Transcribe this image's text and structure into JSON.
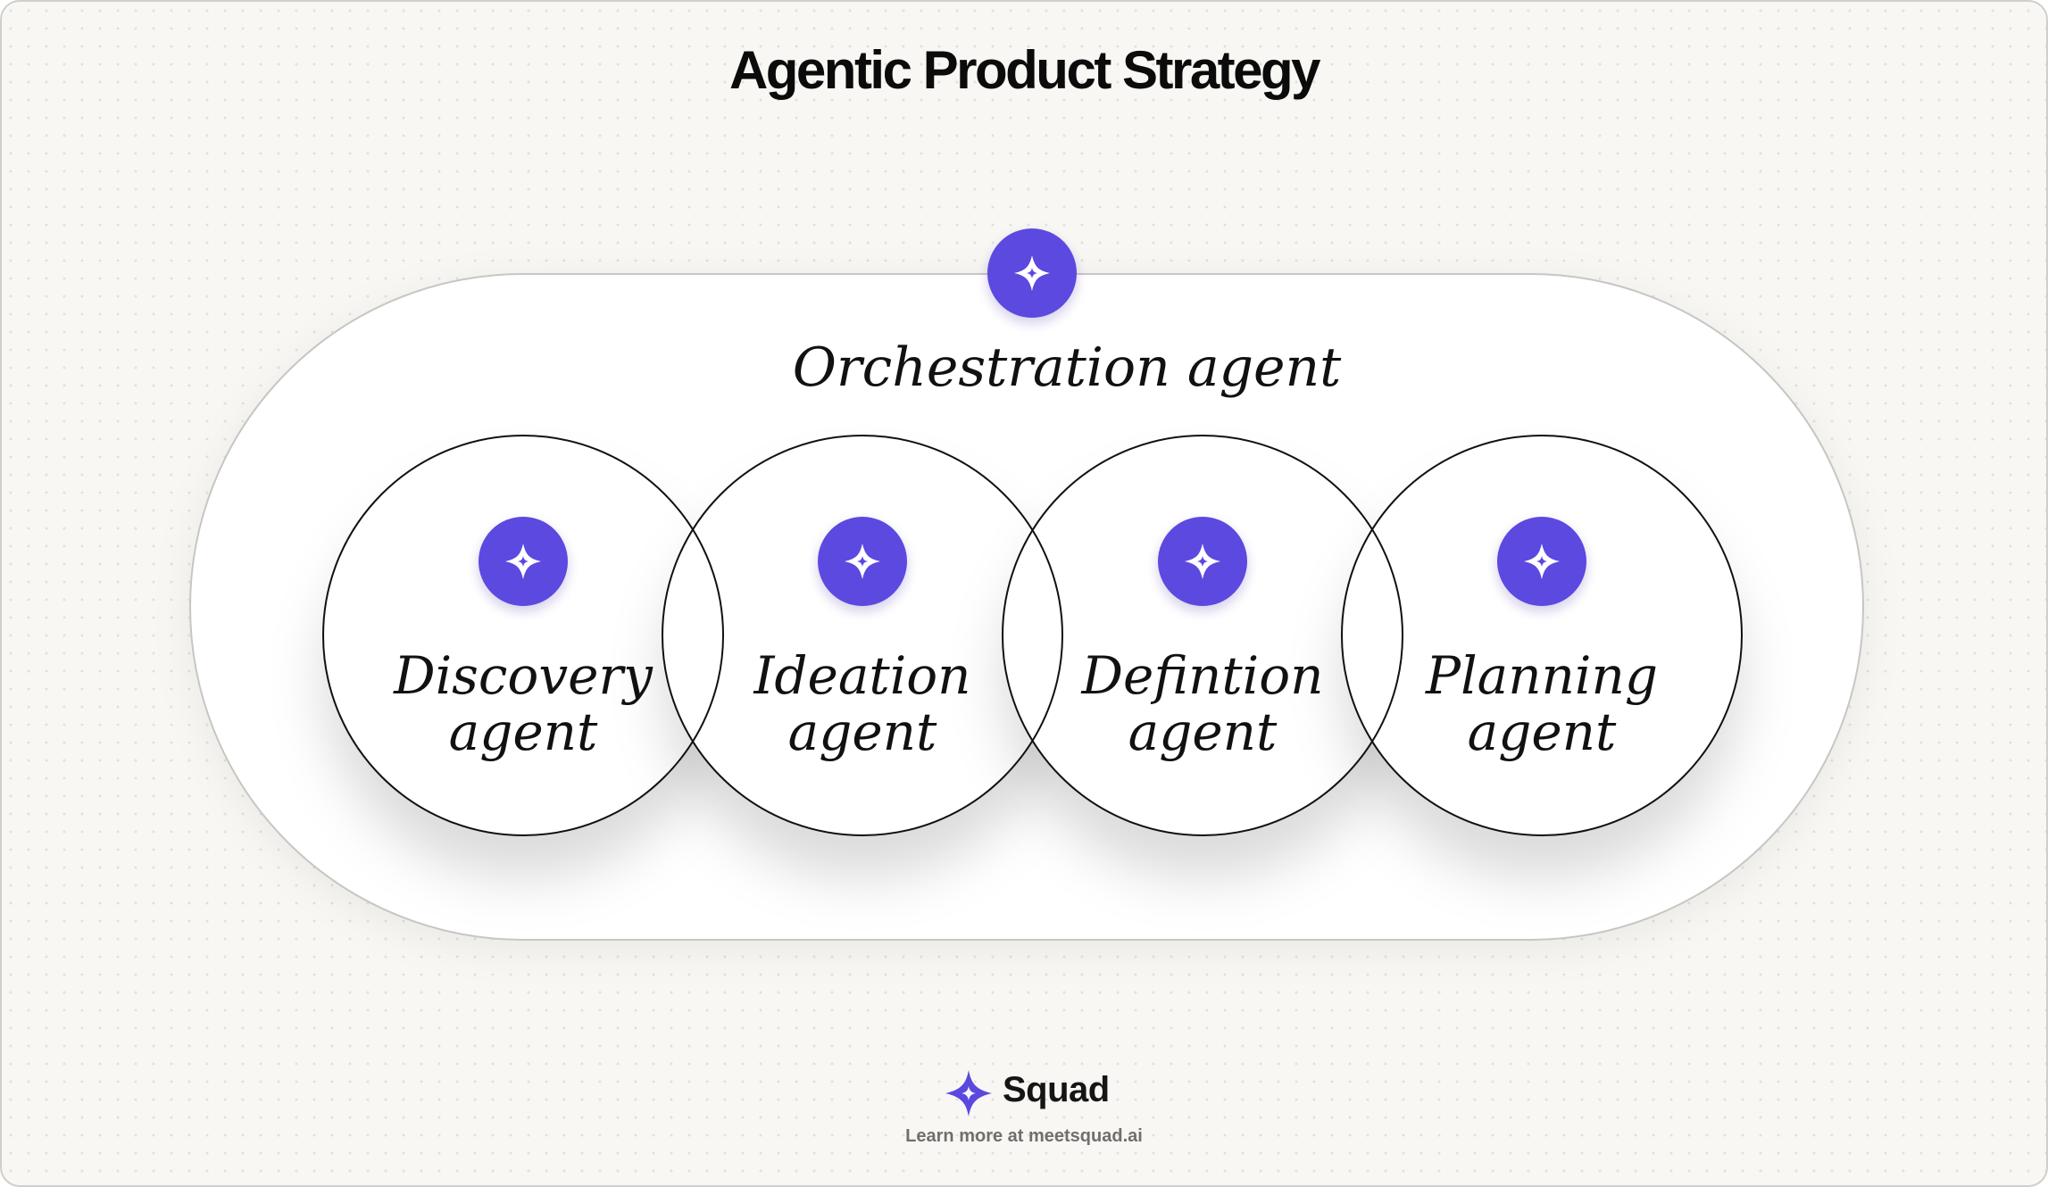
{
  "title": "Agentic Product Strategy",
  "orchestrator": {
    "label": "Orchestration agent",
    "icon": "sparkle-icon"
  },
  "agents": [
    {
      "line1": "Discovery",
      "line2": "agent",
      "icon": "sparkle-icon"
    },
    {
      "line1": "Ideation",
      "line2": "agent",
      "icon": "sparkle-icon"
    },
    {
      "line1": "Defintion",
      "line2": "agent",
      "icon": "sparkle-icon"
    },
    {
      "line1": "Planning",
      "line2": "agent",
      "icon": "sparkle-icon"
    }
  ],
  "brand": {
    "name": "Squad",
    "tagline": "Learn more at meetsquad.ai",
    "accent_color": "#5b48e0",
    "logo_icon": "squad-logo-icon"
  }
}
